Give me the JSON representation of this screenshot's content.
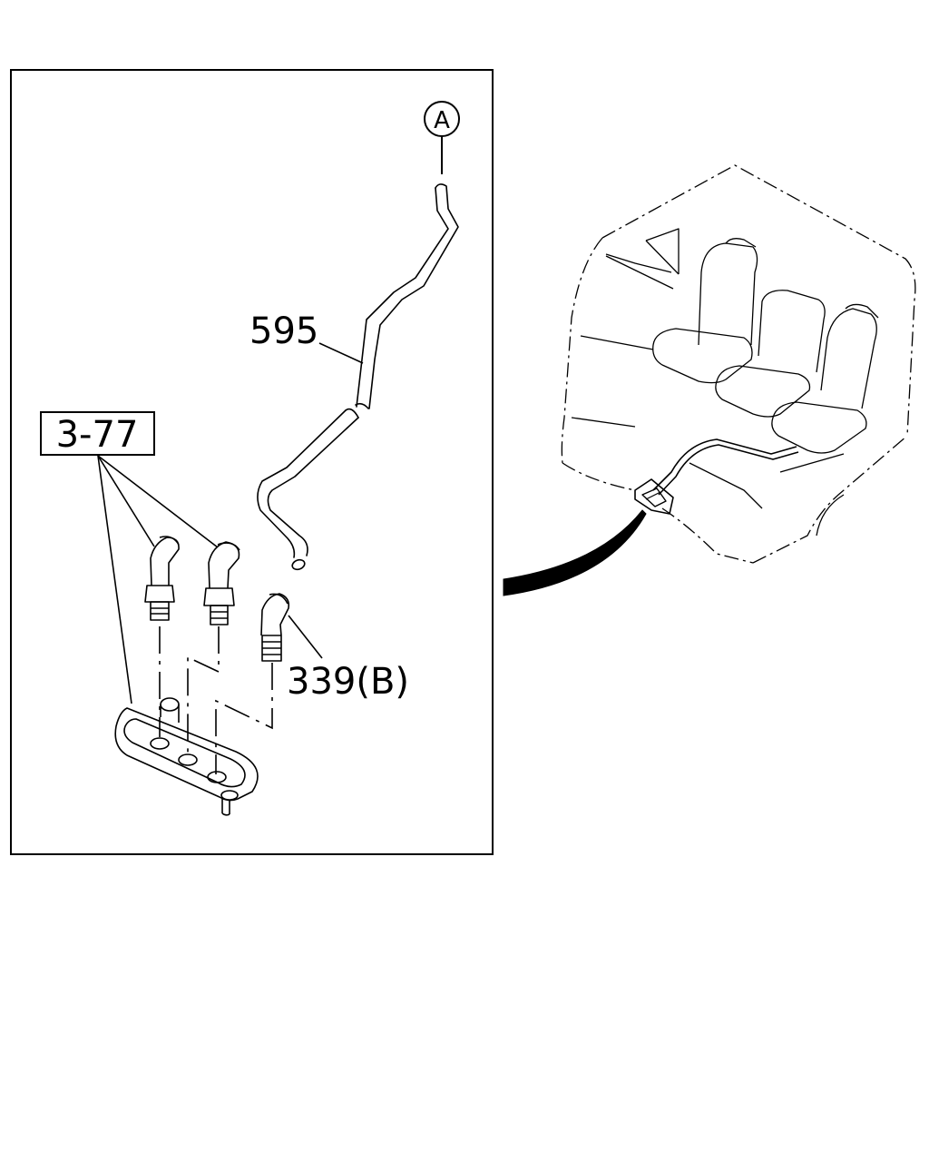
{
  "diagram": {
    "labels": {
      "part_595": "595",
      "part_3_77": "3-77",
      "part_339b": "339(B)",
      "connector_a": "A"
    },
    "colors": {
      "ink": "#000000",
      "background": "#ffffff"
    },
    "icons": {
      "connector_marker": "circled-letter",
      "vehicle_view": "cab-interior-with-seats",
      "pointer": "curved-wedge-arrow"
    }
  }
}
